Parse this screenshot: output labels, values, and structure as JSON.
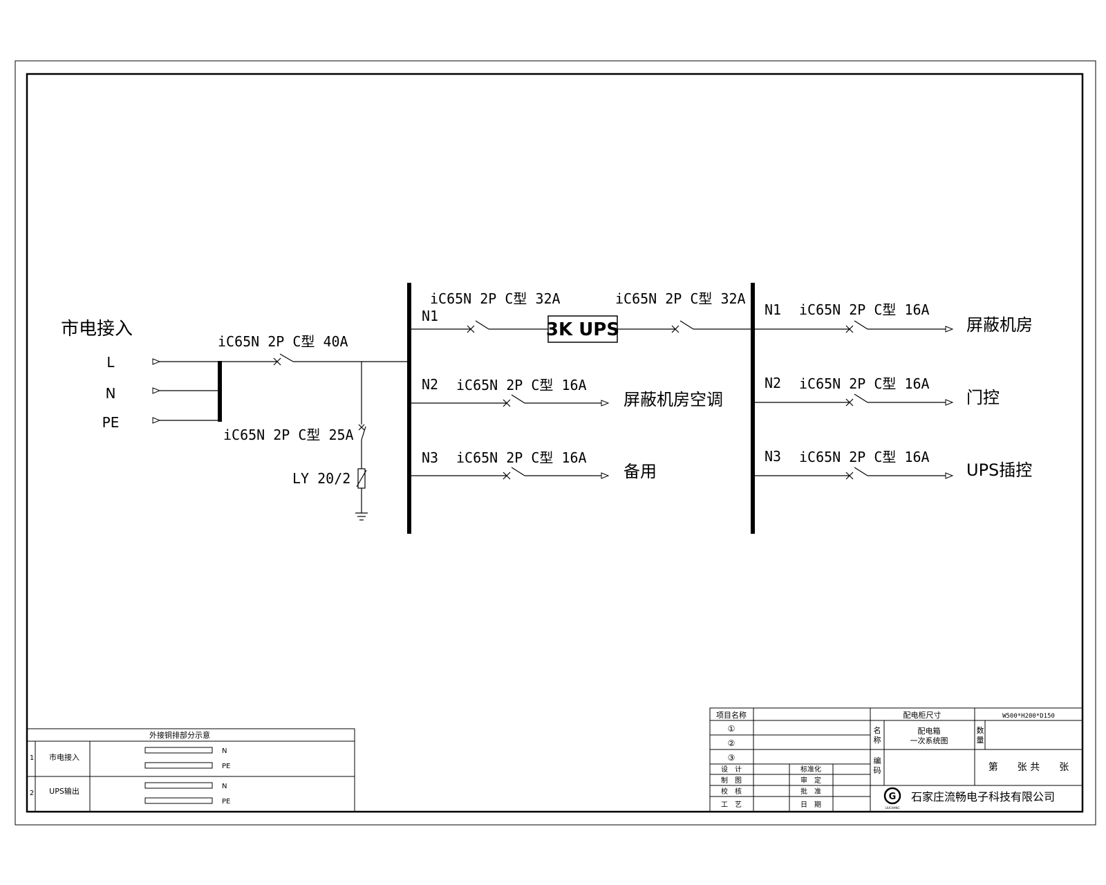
{
  "mains": {
    "title": "市电接入",
    "phases": [
      "L",
      "N",
      "PE"
    ],
    "main_breaker": "iC65N 2P C型 40A",
    "spd_breaker": "iC65N 2P C型 25A",
    "spd_model": "LY 20/2"
  },
  "bus1": {
    "circuits": [
      {
        "id": "N1",
        "breaker": "iC65N 2P C型 32A"
      },
      {
        "id": "N2",
        "breaker": "iC65N 2P C型 16A",
        "load": "屏蔽机房空调"
      },
      {
        "id": "N3",
        "breaker": "iC65N 2P C型 16A",
        "load": "备用"
      }
    ],
    "ups_label": "3K UPS",
    "ups_out_breaker": "iC65N 2P C型 32A"
  },
  "bus2": {
    "circuits": [
      {
        "id": "N1",
        "breaker": "iC65N 2P C型 16A",
        "load": "屏蔽机房"
      },
      {
        "id": "N2",
        "breaker": "iC65N 2P C型 16A",
        "load": "门控"
      },
      {
        "id": "N3",
        "breaker": "iC65N 2P C型 16A",
        "load": "UPS插控"
      }
    ]
  },
  "copper_table": {
    "title": "外接铜排部分示意",
    "rows": [
      {
        "no": "1",
        "name": "市电接入",
        "bars": [
          "N",
          "PE"
        ]
      },
      {
        "no": "2",
        "name": "UPS输出",
        "bars": [
          "N",
          "PE"
        ]
      }
    ]
  },
  "title_block": {
    "project_name_label": "项目名称",
    "cabinet_size_label": "配电柜尺寸",
    "cabinet_size_value": "W500*H200*D150",
    "circle_items": [
      "①",
      "②",
      "③"
    ],
    "name_label_1": "名",
    "name_label_2": "称",
    "name_value_1": "配电箱",
    "name_value_2": "一次系统图",
    "qty_label_1": "数",
    "qty_label_2": "量",
    "code_label_1": "编",
    "code_label_2": "码",
    "sign_left": [
      "设　计",
      "制　图",
      "校　核",
      "工　艺"
    ],
    "sign_right": [
      "标准化",
      "审　定",
      "批　准",
      "日　期"
    ],
    "sheet_text": "第　　张 共　　张",
    "company": "石家庄流畅电子科技有限公司",
    "logo_letter": "G",
    "logo_caption": "LIUCHANG"
  }
}
